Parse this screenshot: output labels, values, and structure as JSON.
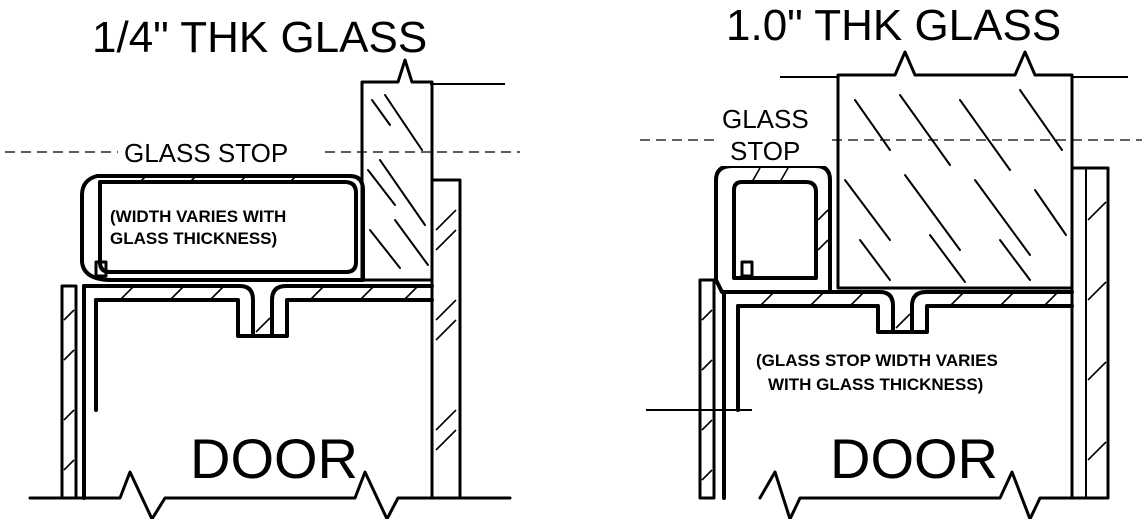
{
  "left_detail": {
    "title": "1/4\" THK GLASS",
    "glass_stop_label": "GLASS STOP",
    "note_line1": "(WIDTH VARIES WITH",
    "note_line2": "GLASS THICKNESS)",
    "door_label": "DOOR"
  },
  "right_detail": {
    "title": "1.0\" THK GLASS",
    "glass_stop_line1": "GLASS",
    "glass_stop_line2": "STOP",
    "note_line1": "(GLASS STOP WIDTH VARIES",
    "note_line2": "WITH GLASS THICKNESS)",
    "door_label": "DOOR"
  }
}
